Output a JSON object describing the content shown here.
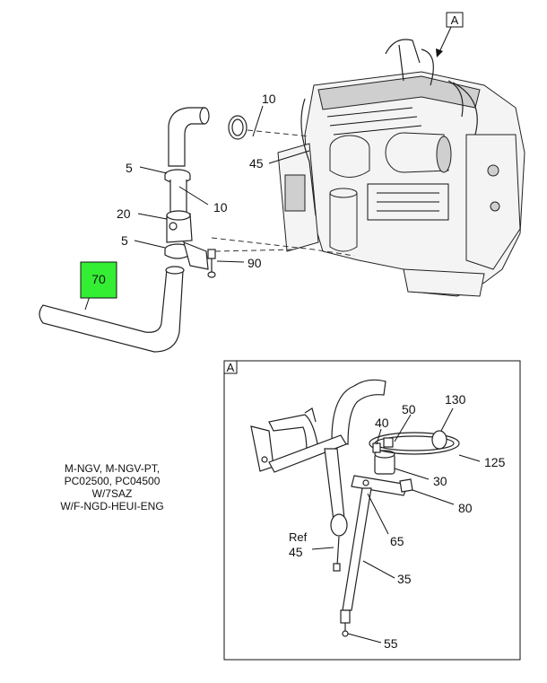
{
  "callouts": {
    "c10_top": "10",
    "c45_top": "45",
    "c5_top": "5",
    "c10_mid": "10",
    "c20": "20",
    "c5_mid": "5",
    "c90": "90",
    "c70": "70",
    "view_a_ref": "A",
    "detail_a_tag": "A",
    "c130": "130",
    "c50": "50",
    "c40": "40",
    "c125": "125",
    "c30": "30",
    "c80": "80",
    "c65": "65",
    "ref_label": "Ref",
    "c45_ref": "45",
    "c35": "35",
    "c55": "55"
  },
  "applicability_note": [
    "M-NGV, M-NGV-PT,",
    "PC02500, PC04500",
    "W/7SAZ",
    "W/F-NGD-HEUI-ENG"
  ],
  "colors": {
    "highlight_fill": "#33ee33",
    "line": "#111111"
  }
}
